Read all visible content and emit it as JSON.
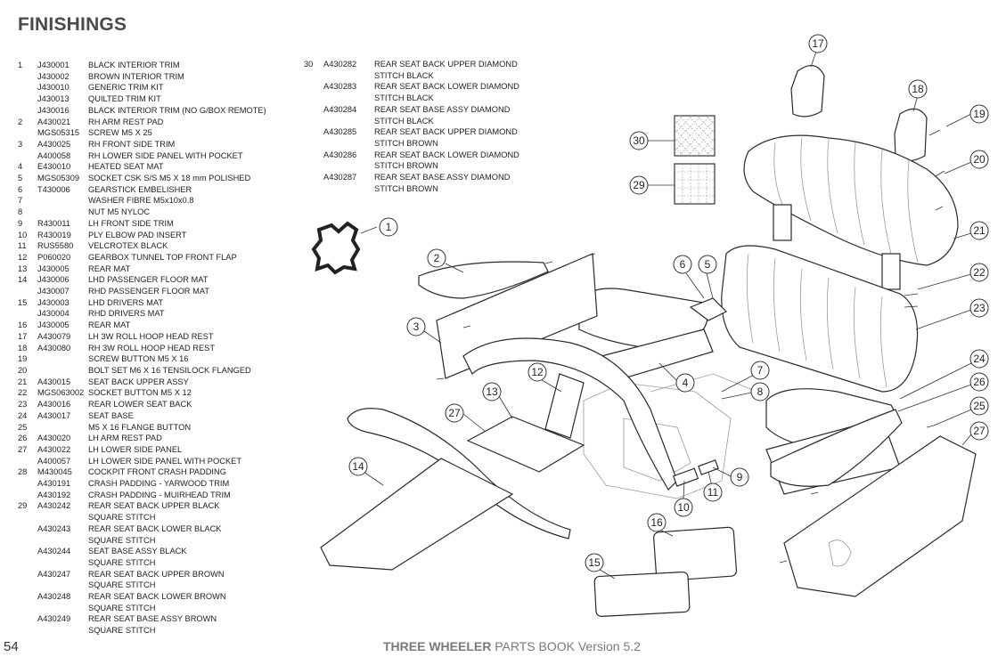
{
  "page": {
    "title": "FINISHINGS",
    "page_number": "54",
    "book_title_bold": "THREE WHEELER",
    "book_title_rest": " PARTS BOOK ",
    "version": "Version 5.2"
  },
  "parts_left": [
    {
      "num": "1",
      "code": "J430001",
      "desc": "BLACK INTERIOR TRIM"
    },
    {
      "num": "",
      "code": "J430002",
      "desc": "BROWN INTERIOR TRIM"
    },
    {
      "num": "",
      "code": "J430010",
      "desc": "GENERIC TRIM KIT"
    },
    {
      "num": "",
      "code": "J430013",
      "desc": "QUILTED TRIM KIT"
    },
    {
      "num": "",
      "code": "J430016",
      "desc": "BLACK INTERIOR TRIM (NO G/BOX REMOTE)"
    },
    {
      "num": "2",
      "code": "A430021",
      "desc": "RH ARM REST PAD"
    },
    {
      "num": "",
      "code": "MGS05315",
      "desc": "SCREW M5 X 25"
    },
    {
      "num": "3",
      "code": "A430025",
      "desc": "RH FRONT SIDE TRIM"
    },
    {
      "num": "",
      "code": "A400058",
      "desc": "RH LOWER SIDE PANEL WITH POCKET"
    },
    {
      "num": "4",
      "code": "E430010",
      "desc": "HEATED SEAT MAT"
    },
    {
      "num": "5",
      "code": "MGS05309",
      "desc": "SOCKET CSK S/S M5 X 18 mm POLISHED"
    },
    {
      "num": "6",
      "code": "T430006",
      "desc": "GEARSTICK EMBELISHER"
    },
    {
      "num": "7",
      "code": "",
      "desc": "WASHER FIBRE M5x10x0.8"
    },
    {
      "num": "8",
      "code": "",
      "desc": "NUT M5 NYLOC"
    },
    {
      "num": "9",
      "code": "R430011",
      "desc": "LH FRONT SIDE TRIM"
    },
    {
      "num": "10",
      "code": "R430019",
      "desc": "PLY ELBOW PAD INSERT"
    },
    {
      "num": "11",
      "code": "RUS5580",
      "desc": "VELCROTEX BLACK"
    },
    {
      "num": "12",
      "code": "P060020",
      "desc": "GEARBOX TUNNEL TOP FRONT FLAP"
    },
    {
      "num": "13",
      "code": "J430005",
      "desc": "REAR MAT"
    },
    {
      "num": "14",
      "code": "J430006",
      "desc": "LHD PASSENGER FLOOR MAT"
    },
    {
      "num": "",
      "code": "J430007",
      "desc": "RHD PASSENGER FLOOR MAT"
    },
    {
      "num": "15",
      "code": "J430003",
      "desc": "LHD DRIVERS MAT"
    },
    {
      "num": "",
      "code": "J430004",
      "desc": "RHD DRIVERS MAT"
    },
    {
      "num": "16",
      "code": "J430005",
      "desc": "REAR MAT"
    },
    {
      "num": "17",
      "code": "A430079",
      "desc": "LH 3W ROLL HOOP HEAD REST"
    },
    {
      "num": "18",
      "code": "A430080",
      "desc": "RH 3W ROLL HOOP HEAD REST"
    },
    {
      "num": "19",
      "code": "",
      "desc": "SCREW BUTTON M5 X 16"
    },
    {
      "num": "20",
      "code": "",
      "desc": "BOLT SET M6 X 16 TENSILOCK FLANGED"
    },
    {
      "num": "21",
      "code": "A430015",
      "desc": "SEAT BACK UPPER ASSY"
    },
    {
      "num": "22",
      "code": "MGS063002",
      "desc": "SOCKET BUTTON M5 X 12"
    },
    {
      "num": "23",
      "code": "A430016",
      "desc": "REAR LOWER SEAT BACK"
    },
    {
      "num": "24",
      "code": "A430017",
      "desc": "SEAT BASE"
    },
    {
      "num": "25",
      "code": "",
      "desc": "M5 X 16 FLANGE BUTTON"
    },
    {
      "num": "26",
      "code": "A430020",
      "desc": "LH ARM REST PAD"
    },
    {
      "num": "27",
      "code": "A430022",
      "desc": "LH LOWER SIDE PANEL"
    },
    {
      "num": "",
      "code": "A400057",
      "desc": "LH LOWER SIDE PANEL WITH POCKET"
    },
    {
      "num": "28",
      "code": "M430045",
      "desc": "COCKPIT FRONT CRASH PADDING"
    },
    {
      "num": "",
      "code": "A430191",
      "desc": "CRASH PADDING - YARWOOD TRIM"
    },
    {
      "num": "",
      "code": "A430192",
      "desc": "CRASH PADDING - MUIRHEAD TRIM"
    },
    {
      "num": "29",
      "code": "A430242",
      "desc": "REAR SEAT BACK UPPER BLACK"
    },
    {
      "num": "",
      "code": "",
      "desc": "SQUARE STITCH"
    },
    {
      "num": "",
      "code": "A430243",
      "desc": "REAR SEAT BACK LOWER BLACK"
    },
    {
      "num": "",
      "code": "",
      "desc": "SQUARE STITCH"
    },
    {
      "num": "",
      "code": "A430244",
      "desc": "SEAT BASE ASSY BLACK"
    },
    {
      "num": "",
      "code": "",
      "desc": "SQUARE STITCH"
    },
    {
      "num": "",
      "code": "A430247",
      "desc": "REAR SEAT BACK UPPER BROWN"
    },
    {
      "num": "",
      "code": "",
      "desc": "SQUARE STITCH"
    },
    {
      "num": "",
      "code": "A430248",
      "desc": "REAR SEAT BACK LOWER BROWN"
    },
    {
      "num": "",
      "code": "",
      "desc": "SQUARE STITCH"
    },
    {
      "num": "",
      "code": "A430249",
      "desc": "REAR SEAT BASE ASSY BROWN"
    },
    {
      "num": "",
      "code": "",
      "desc": "SQUARE STITCH"
    }
  ],
  "parts_right": [
    {
      "num": "30",
      "code": "A430282",
      "desc": "REAR SEAT BACK UPPER DIAMOND"
    },
    {
      "num": "",
      "code": "",
      "desc": "STITCH BLACK"
    },
    {
      "num": "",
      "code": "A430283",
      "desc": "REAR SEAT BACK LOWER DIAMOND"
    },
    {
      "num": "",
      "code": "",
      "desc": "STITCH BLACK"
    },
    {
      "num": "",
      "code": "A430284",
      "desc": "REAR SEAT BASE ASSY DIAMOND"
    },
    {
      "num": "",
      "code": "",
      "desc": "STITCH BLACK"
    },
    {
      "num": "",
      "code": "A430285",
      "desc": "REAR SEAT BACK UPPER DIAMOND"
    },
    {
      "num": "",
      "code": "",
      "desc": "STITCH BROWN"
    },
    {
      "num": "",
      "code": "A430286",
      "desc": "REAR SEAT BACK LOWER DIAMOND"
    },
    {
      "num": "",
      "code": "",
      "desc": "STITCH BROWN"
    },
    {
      "num": "",
      "code": "A430287",
      "desc": "REAR SEAT BASE ASSY DIAMOND"
    },
    {
      "num": "",
      "code": "",
      "desc": "STITCH BROWN"
    }
  ],
  "callouts": [
    "1",
    "2",
    "3",
    "4",
    "5",
    "6",
    "7",
    "8",
    "9",
    "10",
    "11",
    "12",
    "13",
    "14",
    "15",
    "16",
    "17",
    "18",
    "19",
    "20",
    "21",
    "22",
    "23",
    "24",
    "25",
    "26",
    "27",
    "27",
    "29",
    "30"
  ]
}
